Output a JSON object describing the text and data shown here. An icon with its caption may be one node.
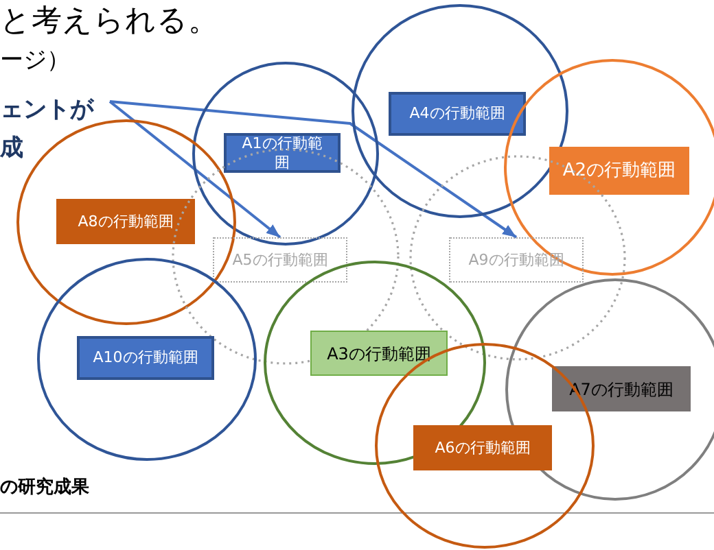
{
  "diagram": {
    "nodes": [
      {
        "text": [
          "ェントが成"
        ]
      },
      {
        "text": [],
        "shape": "circle"
      },
      {
        "text": [
          "A1の行動範囲"
        ],
        "in": 1
      },
      {
        "text": [],
        "shape": "circle"
      },
      {
        "text": [
          "A4の行動範囲"
        ],
        "in": 3
      },
      {
        "text": [],
        "shape": "circle"
      },
      {
        "text": [
          "A2の行動範囲"
        ],
        "in": 5
      },
      {
        "text": [],
        "shape": "circle"
      },
      {
        "text": [
          "A8の行動範囲"
        ],
        "in": 7
      },
      {
        "text": [],
        "shape": "circle"
      },
      {
        "text": [
          "A5の行動範囲"
        ],
        "in": 9
      },
      {
        "text": [],
        "shape": "circle"
      },
      {
        "text": [
          "A9の行動範囲"
        ],
        "in": 11
      },
      {
        "text": [],
        "shape": "circle"
      },
      {
        "text": [
          "A10の行動範囲"
        ],
        "in": 13
      },
      {
        "text": [],
        "shape": "circle"
      },
      {
        "text": [
          "A3の行動範囲"
        ],
        "in": 15
      },
      {
        "text": [],
        "shape": "circle"
      },
      {
        "text": [
          "A7の行動範囲"
        ],
        "in": 17
      },
      {
        "text": [],
        "shape": "circle"
      },
      {
        "text": [
          "A6の行動範囲"
        ],
        "in": 19
      }
    ],
    "edges": [
      {
        "from": 0,
        "to": 10,
        "arrow": "to",
        "color": "#4472c4"
      },
      {
        "from": 0,
        "to": 12,
        "arrow": "to",
        "color": "#4472c4"
      }
    ],
    "labels": [
      "と考えられる。",
      "ージ）",
      "の研究成果"
    ]
  }
}
